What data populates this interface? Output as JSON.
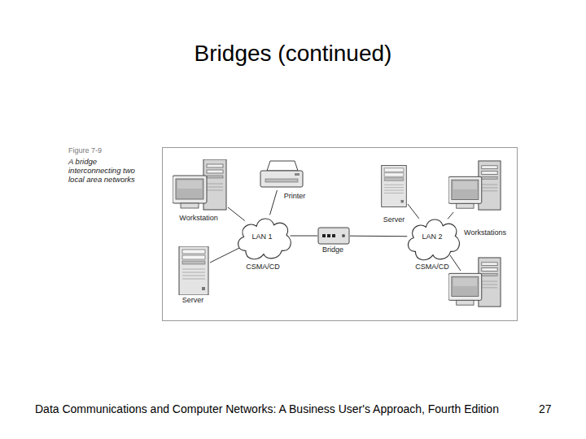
{
  "diagram": {
    "title": "Bridges (continued)",
    "caption": "A bridge interconnecting two local area networks",
    "nodes": [
      {
        "text": [
          "Workstation"
        ]
      },
      {
        "text": [
          "Printer"
        ]
      },
      {
        "text": [
          "LAN 1",
          "CSMA/CD"
        ]
      },
      {
        "text": [
          "Server"
        ]
      },
      {
        "text": [
          "Bridge"
        ]
      },
      {
        "text": [
          "Server"
        ]
      },
      {
        "text": [
          "LAN 2",
          "CSMA/CD"
        ]
      },
      {
        "text": [
          "Workstations"
        ]
      }
    ],
    "edges": [
      {
        "from": 0,
        "to": 2,
        "arrow": "none"
      },
      {
        "from": 1,
        "to": 2,
        "arrow": "none"
      },
      {
        "from": 3,
        "to": 2,
        "arrow": "none"
      },
      {
        "from": 2,
        "to": 4,
        "arrow": "none"
      },
      {
        "from": 4,
        "to": 6,
        "arrow": "none"
      },
      {
        "from": 5,
        "to": 6,
        "arrow": "none"
      },
      {
        "from": 7,
        "to": 6,
        "arrow": "none"
      }
    ],
    "labels": [
      "Figure 7-9",
      "Data Communications and Computer Networks: A Business User's Approach, Fourth Edition",
      "27"
    ]
  }
}
